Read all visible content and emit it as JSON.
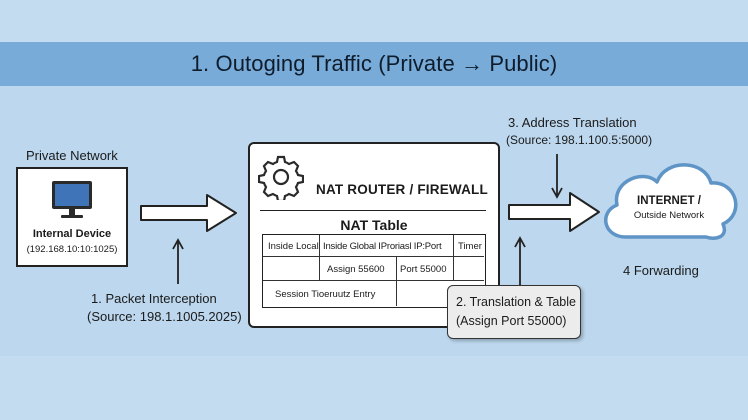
{
  "title": "1. Outoging Traffic (Private → Public)",
  "private_network": {
    "label": "Private Network",
    "device_name": "Internal Device",
    "device_ip": "(192.168.10:10:1025)"
  },
  "router": {
    "title": "NAT ROUTER / FIREWALL",
    "table_title": "NAT Table",
    "columns": [
      "Inside Local",
      "Inside Global IProriasl IP:Port",
      "Timer"
    ],
    "row1": [
      "",
      "Assign 55600",
      "Port 55000"
    ],
    "row2_note": "Session Tioeruutz Entry"
  },
  "steps": {
    "step1_title": "1. Packet Interception",
    "step1_source": "(Source: 198.1.1005.2025)",
    "step2_line1": "2. Translation & Table",
    "step2_line2": "(Assign Port 55000)",
    "step3_title": "3. Address Translation",
    "step3_source": "(Source: 198.1.100.5:5000)",
    "step4": "4 Forwarding"
  },
  "internet": {
    "title": "INTERNET /",
    "subtitle": "Outside Network"
  },
  "colors": {
    "title_band": "#79abd8",
    "panel_bg": "#bcd7ee",
    "cloud_stroke": "#5e94c6",
    "monitor_screen": "#3f74b8"
  }
}
